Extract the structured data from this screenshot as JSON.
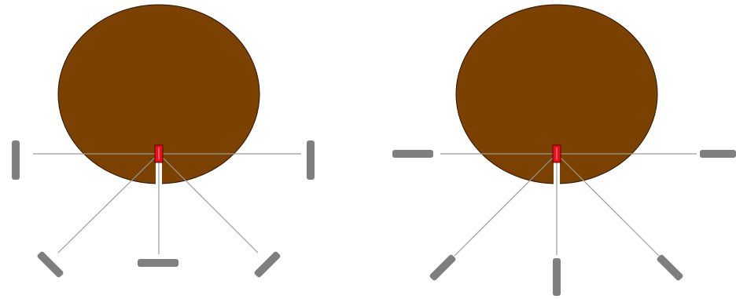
{
  "colors": {
    "background": "#ffffff",
    "ball_fill": "#7a4100",
    "ball_stroke": "#2b1500",
    "line": "#9a9a9a",
    "bar": "#7f7f7f",
    "center_fill": "#e8111b",
    "center_stroke": "#5a0000"
  },
  "diagrams": [
    {
      "id": "left-diagram",
      "bar_orientation": "perpendicular-to-line",
      "bar_count": 5
    },
    {
      "id": "right-diagram",
      "bar_orientation": "parallel-to-line",
      "bar_count": 5
    }
  ]
}
